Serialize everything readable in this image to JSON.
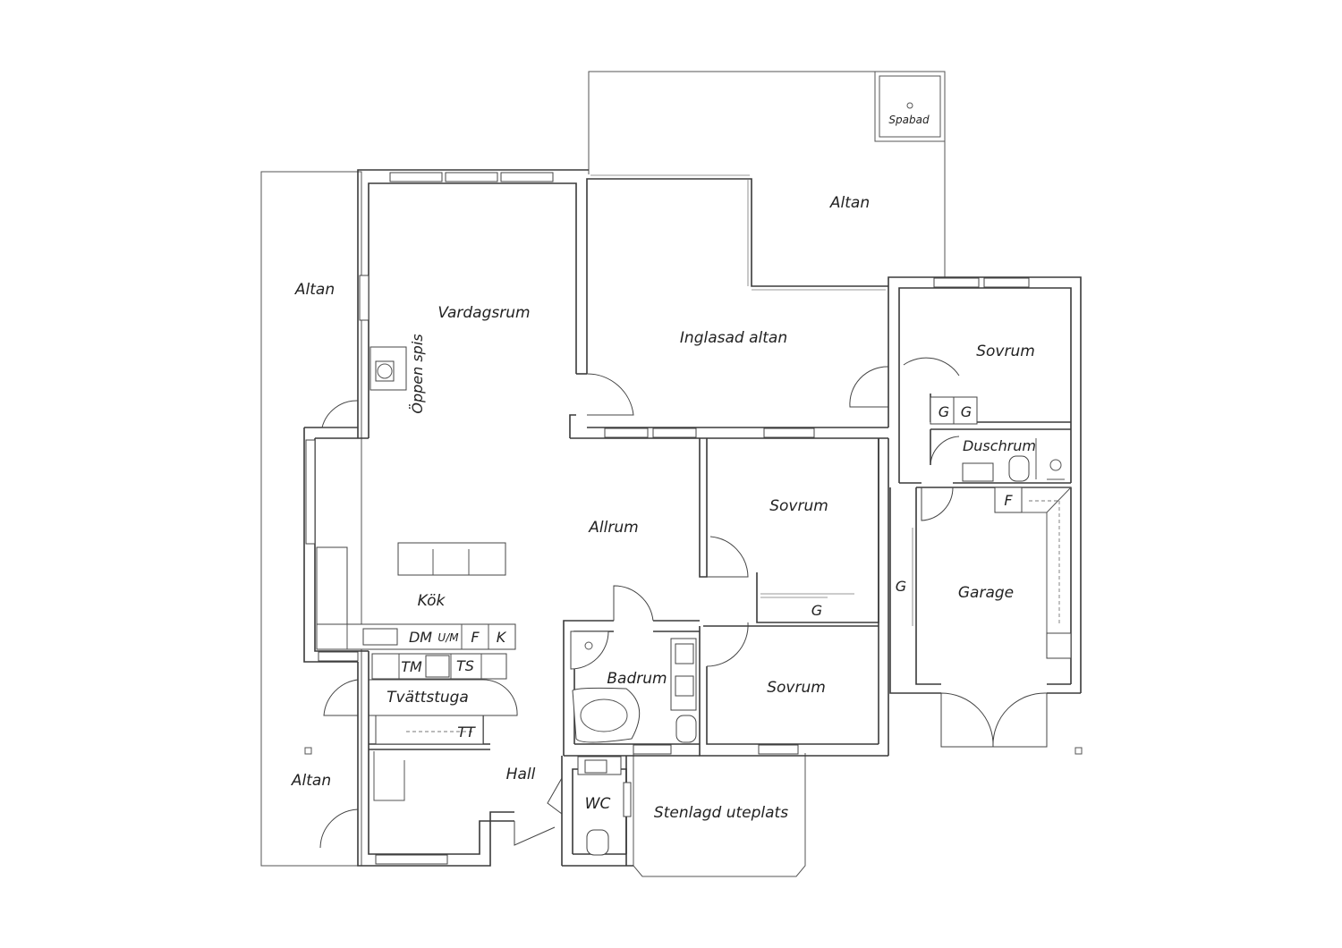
{
  "rooms": {
    "altan_top": "Altan",
    "altan_left": "Altan",
    "altan_bottom": "Altan",
    "vardagsrum": "Vardagsrum",
    "oppen_spis": "Öppen spis",
    "inglasad_altan": "Inglasad altan",
    "spabad": "Spabad",
    "sovrum_top": "Sovrum",
    "sovrum_mid": "Sovrum",
    "sovrum_bottom": "Sovrum",
    "duschrum": "Duschrum",
    "allrum": "Allrum",
    "kok": "Kök",
    "tvattstuga": "Tvättstuga",
    "badrum": "Badrum",
    "hall": "Hall",
    "wc": "WC",
    "stenlagd_uteplats": "Stenlagd uteplats",
    "garage": "Garage"
  },
  "fixtures": {
    "g1": "G",
    "g2": "G",
    "g_sovrum_mid": "G",
    "g_garage": "G",
    "f_garage": "F",
    "dm": "DM",
    "um": "U/M",
    "f_kok": "F",
    "k_kok": "K",
    "tm": "TM",
    "ts": "TS",
    "tt": "TT"
  }
}
